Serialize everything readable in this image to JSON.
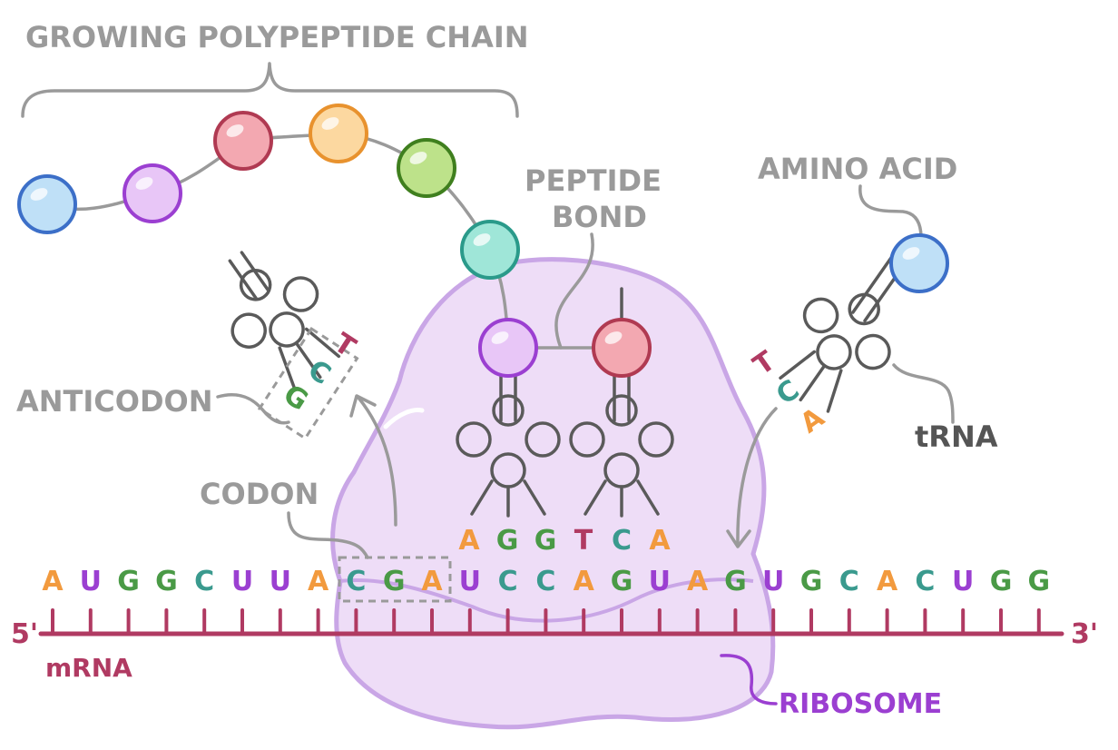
{
  "labels": {
    "chain": "GROWING POLYPEPTIDE CHAIN",
    "peptide_1": "PEPTIDE",
    "peptide_2": "BOND",
    "amino_acid": "AMINO ACID",
    "anticodon": "ANTICODON",
    "codon": "CODON",
    "trna": "tRNA",
    "mrna": "mRNA",
    "ribosome": "RIBOSOME",
    "five_prime": "5'",
    "three_prime": "3'"
  },
  "colors": {
    "A": "#f29a3e",
    "U": "#9b3fd1",
    "G": "#4a9a46",
    "C": "#3a9a8e",
    "T": "#b03a62",
    "mrna": "#b03a62",
    "ribosome_fill": "#eeddf7",
    "ribosome_stroke": "#c9a6e6",
    "label_gray": "#9a9a9a",
    "label_dark": "#555555",
    "ribosome_label": "#9b3fd1"
  },
  "mrna_sequence": [
    "A",
    "U",
    "G",
    "G",
    "C",
    "U",
    "U",
    "A",
    "C",
    "G",
    "A",
    "U",
    "C",
    "C",
    "A",
    "G",
    "U",
    "A",
    "G",
    "U",
    "G",
    "C",
    "A",
    "C",
    "U",
    "G",
    "G"
  ],
  "ribosome_trna_anticodons": [
    "A",
    "G",
    "G",
    "T",
    "C",
    "A"
  ],
  "left_trna_anticodon": [
    "G",
    "C",
    "T"
  ],
  "right_trna_anticodon": [
    "T",
    "C",
    "A"
  ],
  "amino_acids": [
    {
      "name": "blue-amino-acid",
      "fill": "#bfe0f7",
      "stroke": "#3c6fc8"
    },
    {
      "name": "purple-amino-acid",
      "fill": "#e8c6f7",
      "stroke": "#9b3fd1"
    },
    {
      "name": "red-amino-acid",
      "fill": "#f3a8b1",
      "stroke": "#b03a52"
    },
    {
      "name": "orange-amino-acid",
      "fill": "#fcd8a0",
      "stroke": "#e8922e"
    },
    {
      "name": "green-amino-acid",
      "fill": "#bde28a",
      "stroke": "#3f7f1e"
    },
    {
      "name": "teal-amino-acid",
      "fill": "#9fe6d8",
      "stroke": "#2a9a8a"
    },
    {
      "name": "purple-amino-acid-2",
      "fill": "#e8c6f7",
      "stroke": "#9b3fd1"
    },
    {
      "name": "red-amino-acid-2",
      "fill": "#f3a8b1",
      "stroke": "#b03a52"
    },
    {
      "name": "incoming-blue-amino-acid",
      "fill": "#bfe0f7",
      "stroke": "#3c6fc8"
    }
  ]
}
